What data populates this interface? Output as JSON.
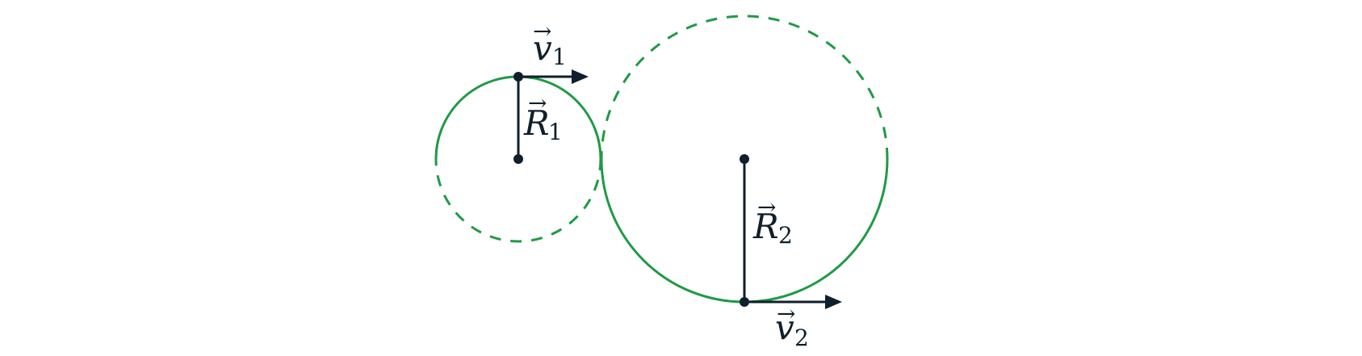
{
  "diagram": {
    "colors": {
      "circle": "#1f9a45",
      "ink": "#0f1f2b"
    },
    "labels": {
      "v1": {
        "symbol": "v",
        "subscript": "1",
        "arrow": "→"
      },
      "r1": {
        "symbol": "R",
        "subscript": "1",
        "arrow": "→"
      },
      "r2": {
        "symbol": "R",
        "subscript": "2",
        "arrow": "→"
      },
      "v2": {
        "symbol": "v",
        "subscript": "2",
        "arrow": "→"
      }
    }
  }
}
